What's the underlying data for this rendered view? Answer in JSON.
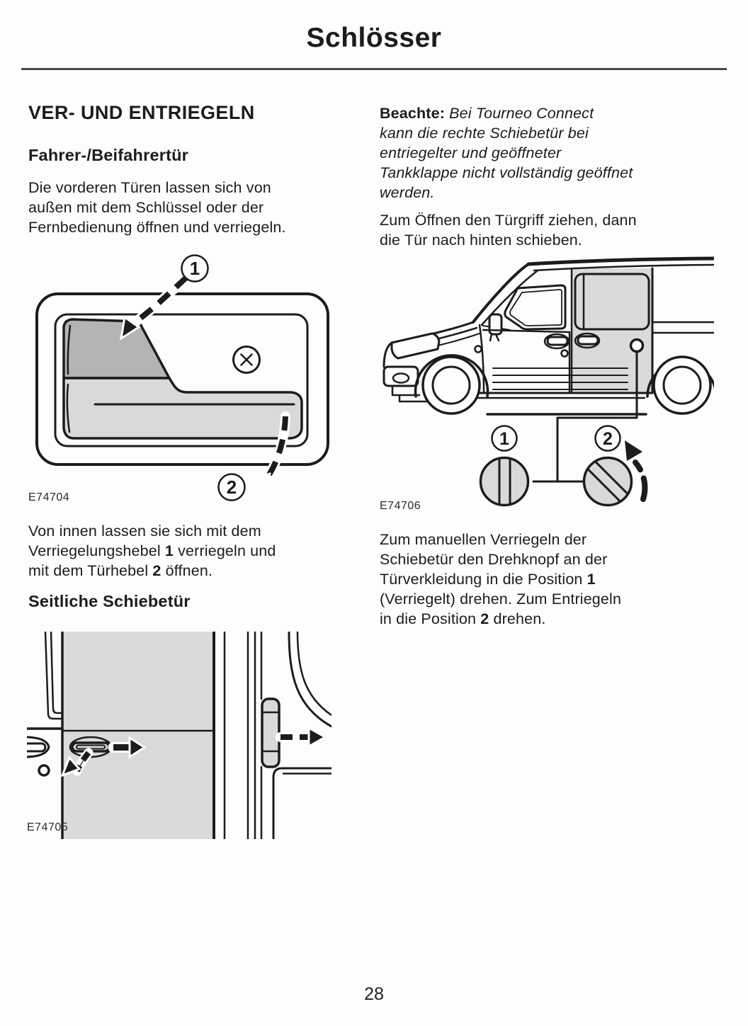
{
  "page": {
    "title": "Schlösser",
    "number": "28"
  },
  "colors": {
    "ink": "#1c1c1c",
    "rule": "#4a4a4a",
    "shade_light": "#dadada",
    "shade_mid": "#b4b4b4"
  },
  "left_column": {
    "section_heading": "VER- UND ENTRIEGELN",
    "subheading_front_doors": "Fahrer-/Beifahrertür",
    "para_front_doors": {
      "lines": [
        "Die vorderen Türen lassen sich von",
        "außen mit dem Schlüssel oder der",
        "Fernbedienung öffnen und verriegeln."
      ]
    },
    "para_inside": {
      "line1": "Von innen lassen sie sich mit dem",
      "line2a": "Verriegelungshebel ",
      "line2b": "1",
      "line2c": " verriegeln und",
      "line3a": "mit dem Türhebel ",
      "line3b": "2",
      "line3c": " öffnen."
    },
    "subheading_sliding_door": "Seitliche Schiebetür"
  },
  "right_column": {
    "note": {
      "label": "Beachte:",
      "lines": [
        " Bei Tourneo Connect",
        "kann die rechte Schiebetür bei",
        "entriegelter und geöffneter",
        "Tankklappe nicht vollständig geöffnet",
        "werden."
      ]
    },
    "para_open": {
      "lines": [
        "Zum Öffnen den Türgriff ziehen, dann",
        "die Tür nach hinten schieben."
      ]
    },
    "para_lock": {
      "line1": "Zum manuellen Verriegeln der",
      "line2": "Schiebetür den Drehknopf an der",
      "line3a": "Türverkleidung in die Position ",
      "line3b": "1",
      "line4": "(Verriegelt) drehen. Zum Entriegeln",
      "line5a": "in die Position ",
      "line5b": "2",
      "line5c": " drehen."
    }
  },
  "figures": {
    "interior_handle": {
      "label": "E74704",
      "callout_lock": "1",
      "callout_open": "2"
    },
    "sliding_door_exterior": {
      "label": "E74705"
    },
    "van_side": {
      "label": "E74706",
      "callout_lock": "1",
      "callout_unlock": "2"
    }
  }
}
